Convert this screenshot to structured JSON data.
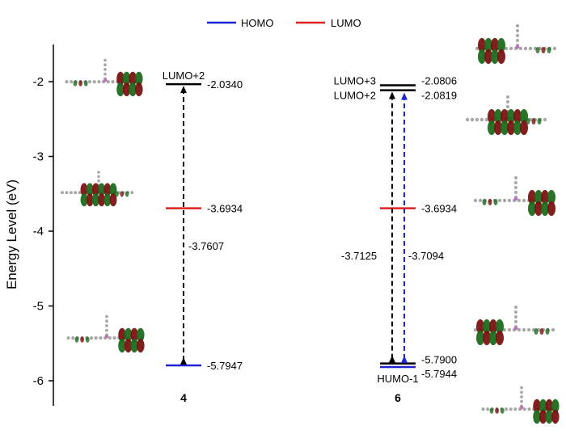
{
  "chart_data": {
    "type": "energy-level-diagram",
    "ylabel": "Energy Level (eV)",
    "ylim": [
      -6.4,
      -1.6
    ],
    "yticks": [
      -2,
      -3,
      -4,
      -5,
      -6
    ],
    "ytick_labels": [
      "-2",
      "-3",
      "-4",
      "-5",
      "-6"
    ],
    "legend": {
      "position": "top-center",
      "entries": [
        {
          "name": "HOMO",
          "color": "#1f24d6"
        },
        {
          "name": "LUMO",
          "color": "#e02020"
        }
      ]
    },
    "compounds": [
      {
        "label": "4",
        "levels": [
          {
            "energy": -2.034,
            "value_label": "-2.0340",
            "name": "LUMO+2",
            "color": "#000000"
          },
          {
            "energy": -3.6934,
            "value_label": "-3.6934",
            "name": "",
            "color": "#e02020"
          },
          {
            "energy": -5.7947,
            "value_label": "-5.7947",
            "name": "",
            "color": "#1f24d6"
          }
        ],
        "transitions": [
          {
            "from": -5.7947,
            "to": -2.034,
            "gap_label": "-3.7607",
            "color": "#000000"
          }
        ]
      },
      {
        "label": "6",
        "levels": [
          {
            "energy": -2.0806,
            "value_label": "-2.0806",
            "name": "LUMO+3",
            "color": "#000000"
          },
          {
            "energy": -2.0819,
            "value_label": "-2.0819",
            "name": "LUMO+2",
            "color": "#000000"
          },
          {
            "energy": -3.6934,
            "value_label": "-3.6934",
            "name": "",
            "color": "#e02020"
          },
          {
            "energy": -5.79,
            "value_label": "-5.7900",
            "name": "",
            "color": "#000000"
          },
          {
            "energy": -5.7944,
            "value_label": "-5.7944",
            "name": "HUMO-1",
            "color": "#1f24d6"
          }
        ],
        "transitions": [
          {
            "from": -5.79,
            "to": -2.0806,
            "gap_label": "-3.7125",
            "color": "#000000"
          },
          {
            "from": -5.7944,
            "to": -2.0819,
            "gap_label": "-3.7094",
            "color": "#1f24d6"
          }
        ]
      }
    ]
  },
  "orbital_images": {
    "colors": {
      "positive": "#1e6b1e",
      "negative": "#7a1212",
      "atom": "#a8a8a8",
      "accent": "#c070c0"
    }
  }
}
